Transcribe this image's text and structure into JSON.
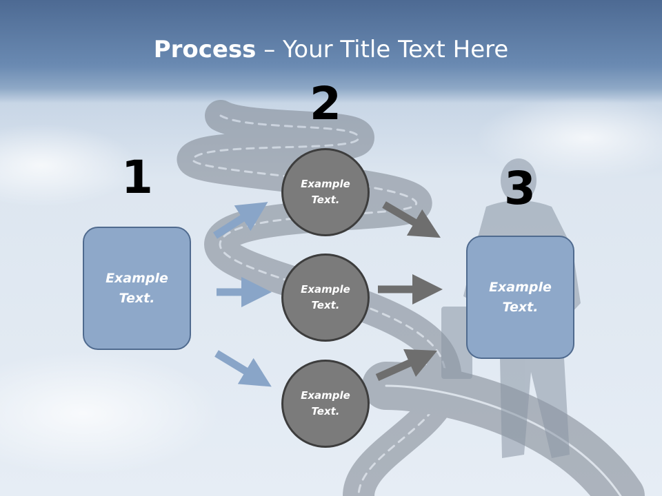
{
  "title": {
    "bold": "Process",
    "rest": " – Your Title Text Here"
  },
  "steps": [
    "1",
    "2",
    "3"
  ],
  "left_box": {
    "text_line1": "Example",
    "text_line2": "Text."
  },
  "right_box": {
    "text_line1": "Example",
    "text_line2": "Text."
  },
  "circles": [
    {
      "line1": "Example",
      "line2": "Text."
    },
    {
      "line1": "Example",
      "line2": "Text."
    },
    {
      "line1": "Example",
      "line2": "Text."
    }
  ],
  "colors": {
    "box_fill": "#8ea8c9",
    "circle_fill": "#7b7b7b",
    "blue_arrow": "#89a5c8",
    "gray_arrow": "#6e6e6e"
  }
}
